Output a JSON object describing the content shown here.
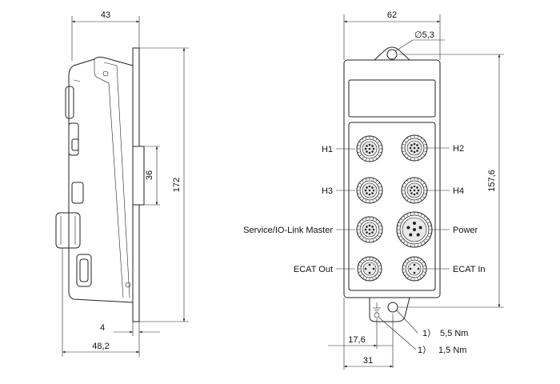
{
  "side_view": {
    "dims": {
      "top_width": "43",
      "slot_height": "36",
      "total_height": "172",
      "plate_thickness": "4",
      "base_depth": "48,2"
    }
  },
  "front_view": {
    "dims": {
      "width": "62",
      "hole_diameter": "∅5,3",
      "height": "157,6",
      "offset_a": "17,6",
      "offset_b": "31"
    },
    "connectors": {
      "h1": "H1",
      "h2": "H2",
      "h3": "H3",
      "h4": "H4",
      "service": "Service/IO-Link Master",
      "power": "Power",
      "ecat_out": "ECAT Out",
      "ecat_in": "ECAT In"
    },
    "notes": [
      {
        "marker": "1）",
        "value": "5,5 Nm"
      },
      {
        "marker": "1）",
        "value": "1,5 Nm"
      }
    ]
  }
}
